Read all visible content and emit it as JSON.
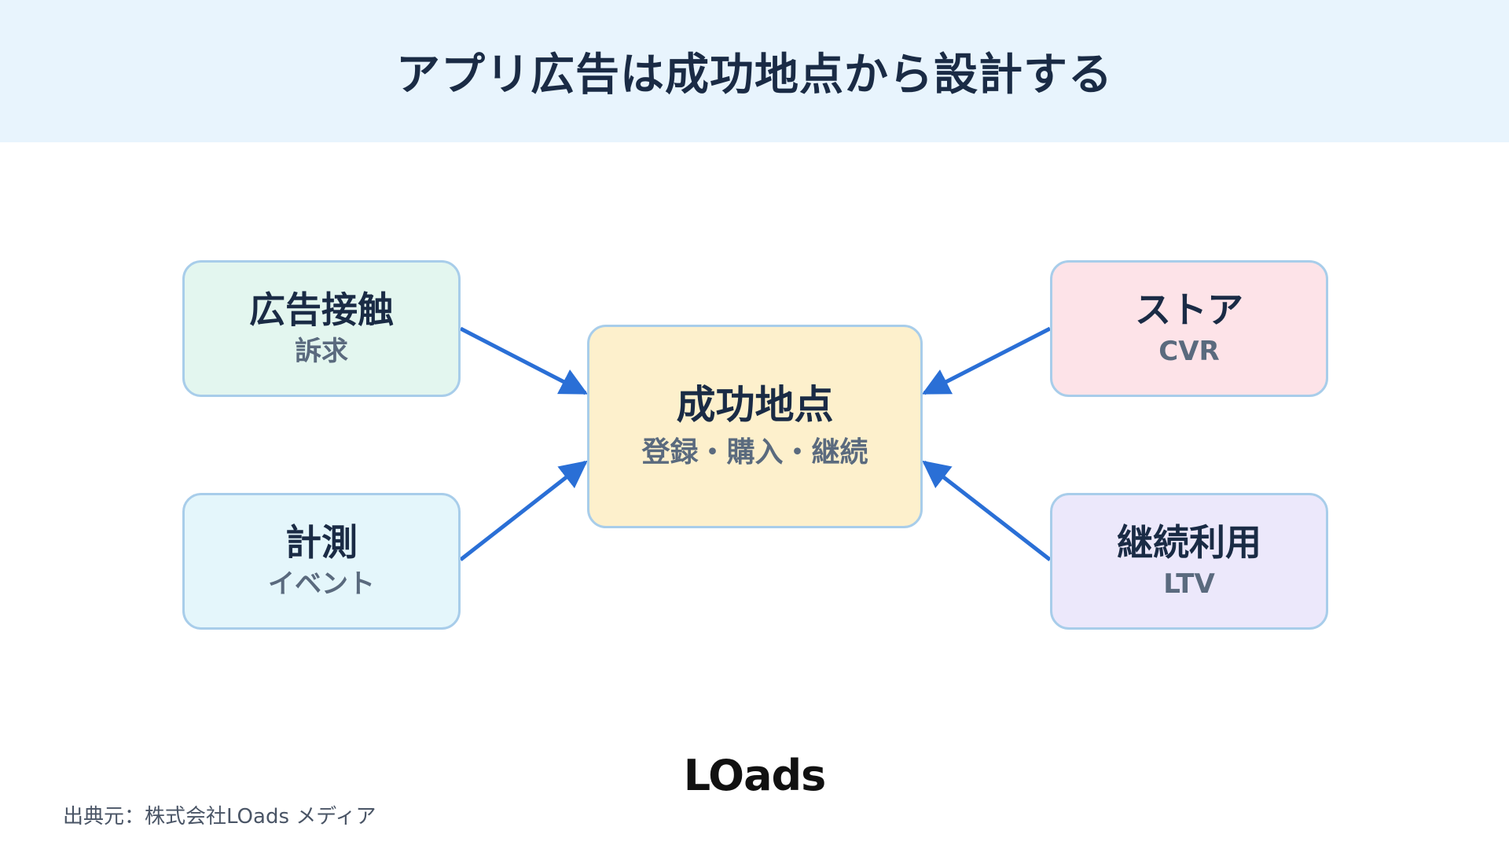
{
  "header": {
    "title": "アプリ広告は成功地点から設計する"
  },
  "nodes": {
    "ad": {
      "main": "広告接触",
      "sub": "訴求"
    },
    "store": {
      "main": "ストア",
      "sub": "CVR"
    },
    "measure": {
      "main": "計測",
      "sub": "イベント"
    },
    "retain": {
      "main": "継続利用",
      "sub": "LTV"
    },
    "center": {
      "main": "成功地点",
      "sub": "登録・購入・継続"
    }
  },
  "footer": {
    "logo": "LOads",
    "source": "出典元：株式会社LOads メディア"
  },
  "colors": {
    "header_bg": "#e8f4fd",
    "arrow": "#2a6fd6",
    "node_border": "#a8cdea"
  }
}
